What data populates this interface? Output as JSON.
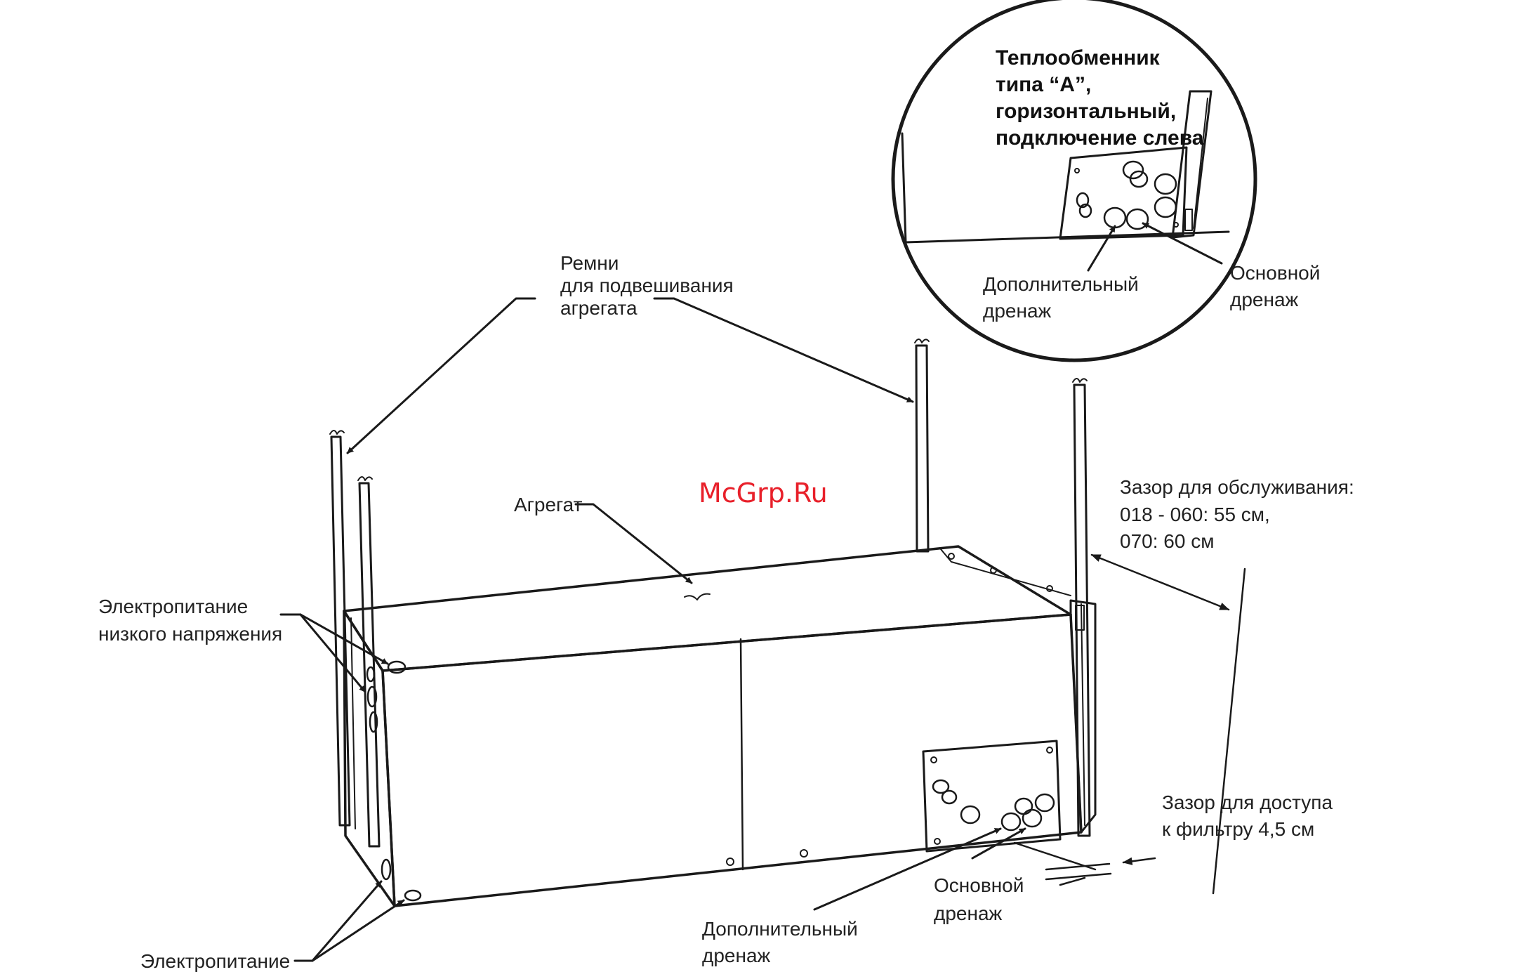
{
  "watermark": "McGrp.Ru",
  "inset": {
    "title_lines": [
      "Теплообменник",
      "типа “A”,",
      "горизонтальный,",
      "подключение слева"
    ],
    "aux_drain_lines": [
      "Дополнительный",
      "дренаж"
    ],
    "main_drain_lines": [
      "Основной",
      "дренаж"
    ]
  },
  "labels": {
    "straps_lines": [
      "Ремни",
      "для подвешивания",
      "агрегата"
    ],
    "unit": "Агрегат",
    "low_voltage_lines": [
      "Электропитание",
      "низкого напряжения"
    ],
    "power": "Электропитание",
    "service_clearance_lines": [
      "Зазор для обслуживания:",
      "018 - 060: 55 см,",
      "070: 60 см"
    ],
    "filter_clearance_lines": [
      "Зазор для доступа",
      "к фильтру 4,5 см"
    ],
    "main_drain_lines": [
      "Основной",
      "дренаж"
    ],
    "aux_drain_lines": [
      "Дополнительный",
      "дренаж"
    ]
  },
  "colors": {
    "line": "#1a1a1a",
    "text": "#222222",
    "watermark": "#e8202a"
  }
}
